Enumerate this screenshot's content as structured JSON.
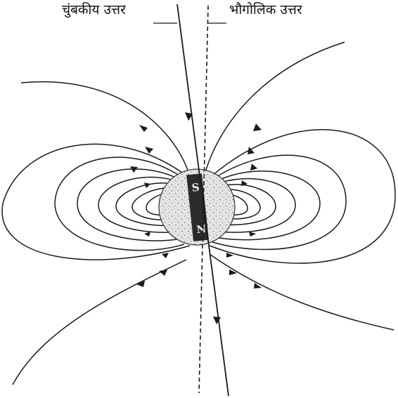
{
  "labels": {
    "magnetic_north": "चुंबकीय उत्तर",
    "geographic_north": "भौगोलिक उत्तर"
  },
  "magnet": {
    "pole_top": "S",
    "pole_bottom": "N"
  },
  "colors": {
    "line": "#1a1a1a",
    "magnet": "#2b2b2b",
    "earth_fill": "#e6e6e6"
  }
}
